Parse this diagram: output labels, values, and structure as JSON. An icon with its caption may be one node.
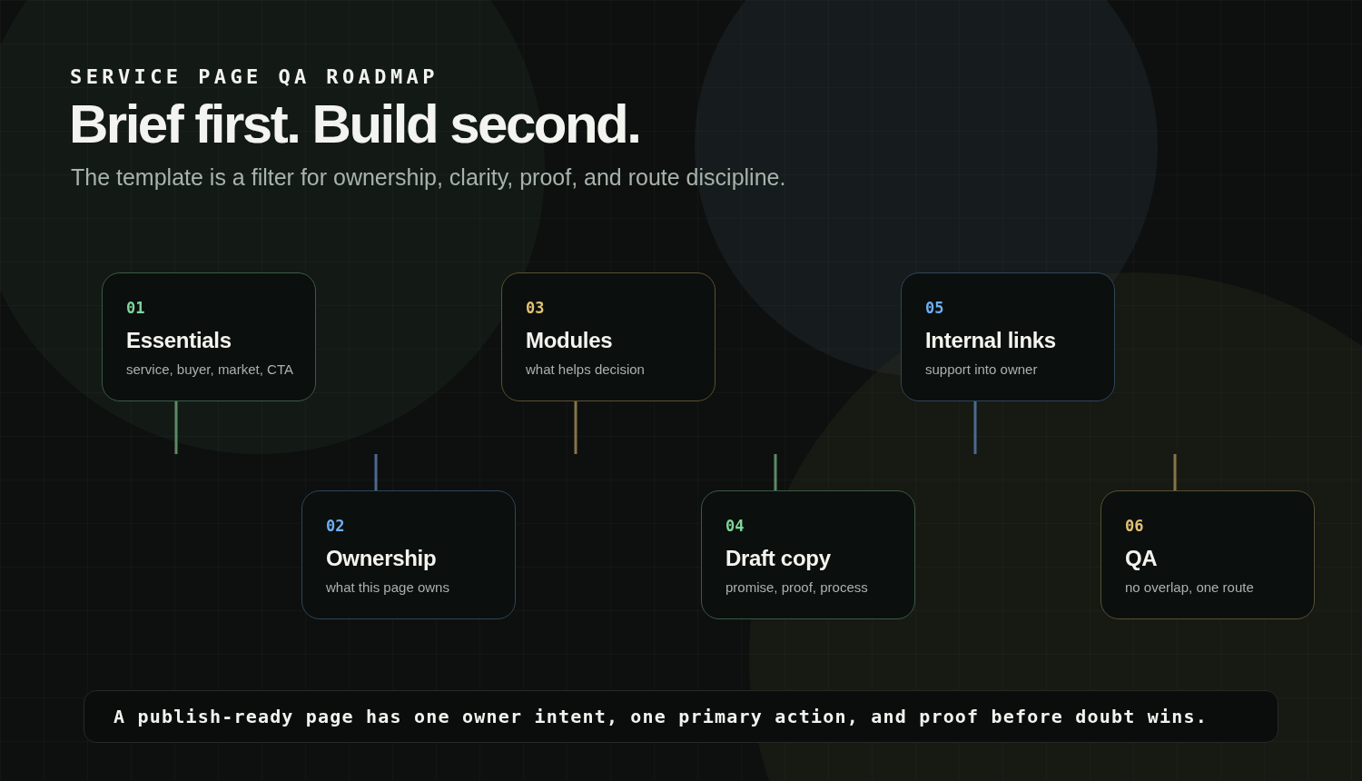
{
  "diagram": {
    "title": "Brief first. Build second.",
    "nodes": [
      {
        "text": [
          "01",
          "Essentials",
          "service, buyer, market, CTA"
        ]
      },
      {
        "text": [
          "02",
          "Ownership",
          "what this page owns"
        ]
      },
      {
        "text": [
          "03",
          "Modules",
          "what helps decision"
        ]
      },
      {
        "text": [
          "04",
          "Draft copy",
          "promise, proof, process"
        ]
      },
      {
        "text": [
          "05",
          "Internal links",
          "support into owner"
        ]
      },
      {
        "text": [
          "06",
          "QA",
          "no overlap, one route"
        ]
      },
      {
        "text": [
          "A publish-ready page has one owner intent, one primary action, and proof before doubt wins."
        ]
      }
    ],
    "edges": [
      {
        "from": 0,
        "to": null,
        "arrow": "none",
        "color": "#5b8a66"
      },
      {
        "from": 1,
        "to": null,
        "arrow": "none",
        "color": "#4a6a92"
      },
      {
        "from": 2,
        "to": null,
        "arrow": "none",
        "color": "#857548"
      },
      {
        "from": 3,
        "to": null,
        "arrow": "none",
        "color": "#5b8a66"
      },
      {
        "from": 4,
        "to": null,
        "arrow": "none",
        "color": "#4a6a92"
      },
      {
        "from": 5,
        "to": null,
        "arrow": "none",
        "color": "#857548"
      }
    ],
    "labels": [
      "SERVICE PAGE QA ROADMAP",
      "The template is a filter for ownership, clarity, proof, and route discipline."
    ]
  }
}
